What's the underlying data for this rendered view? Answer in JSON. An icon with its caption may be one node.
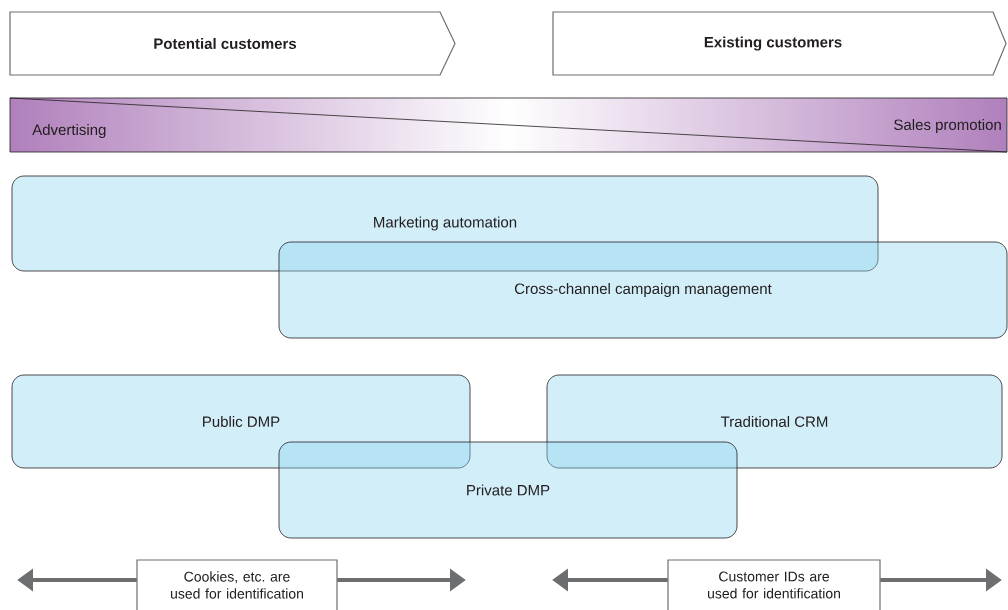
{
  "diagram": {
    "nodes": [
      {
        "text": [
          "Potential customers"
        ]
      },
      {
        "text": [
          "Existing customers"
        ]
      },
      {
        "text": [
          "Advertising",
          "Sales promotion"
        ]
      },
      {
        "text": [
          "Marketing automation"
        ]
      },
      {
        "text": [
          "Cross-channel campaign management"
        ]
      },
      {
        "text": [
          "Public DMP"
        ]
      },
      {
        "text": [
          "Traditional CRM"
        ]
      },
      {
        "text": [
          "Private DMP"
        ]
      },
      {
        "text": [
          "Cookies, etc. are used for identification"
        ]
      },
      {
        "text": [
          "Customer IDs are used for identification"
        ]
      }
    ],
    "edges": [
      {
        "from": 8,
        "to": null,
        "arrow": "to"
      },
      {
        "from": 8,
        "to": null,
        "arrow": "to"
      },
      {
        "from": 9,
        "to": null,
        "arrow": "to"
      },
      {
        "from": 9,
        "to": null,
        "arrow": "to"
      }
    ]
  }
}
